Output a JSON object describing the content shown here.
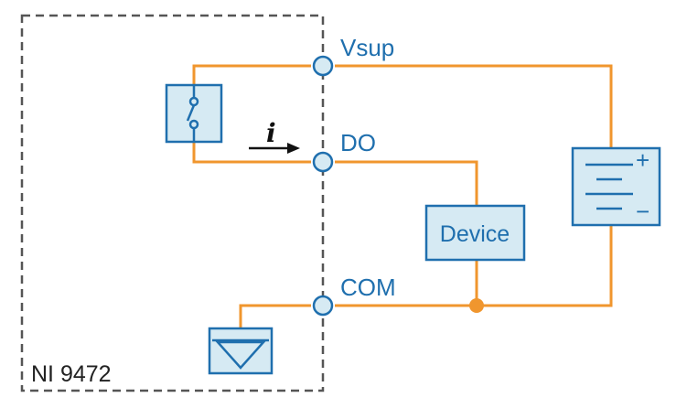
{
  "module": {
    "label": "NI 9472"
  },
  "terminals": {
    "vsup": "Vsup",
    "do": "DO",
    "com": "COM"
  },
  "device": {
    "label": "Device"
  },
  "current": {
    "label": "i"
  },
  "supply": {
    "plus": "+",
    "minus": "−"
  },
  "colors": {
    "wire": "#f0962e",
    "component": "#1f6fae",
    "fill": "#d6eaf3",
    "border": "#555555"
  }
}
